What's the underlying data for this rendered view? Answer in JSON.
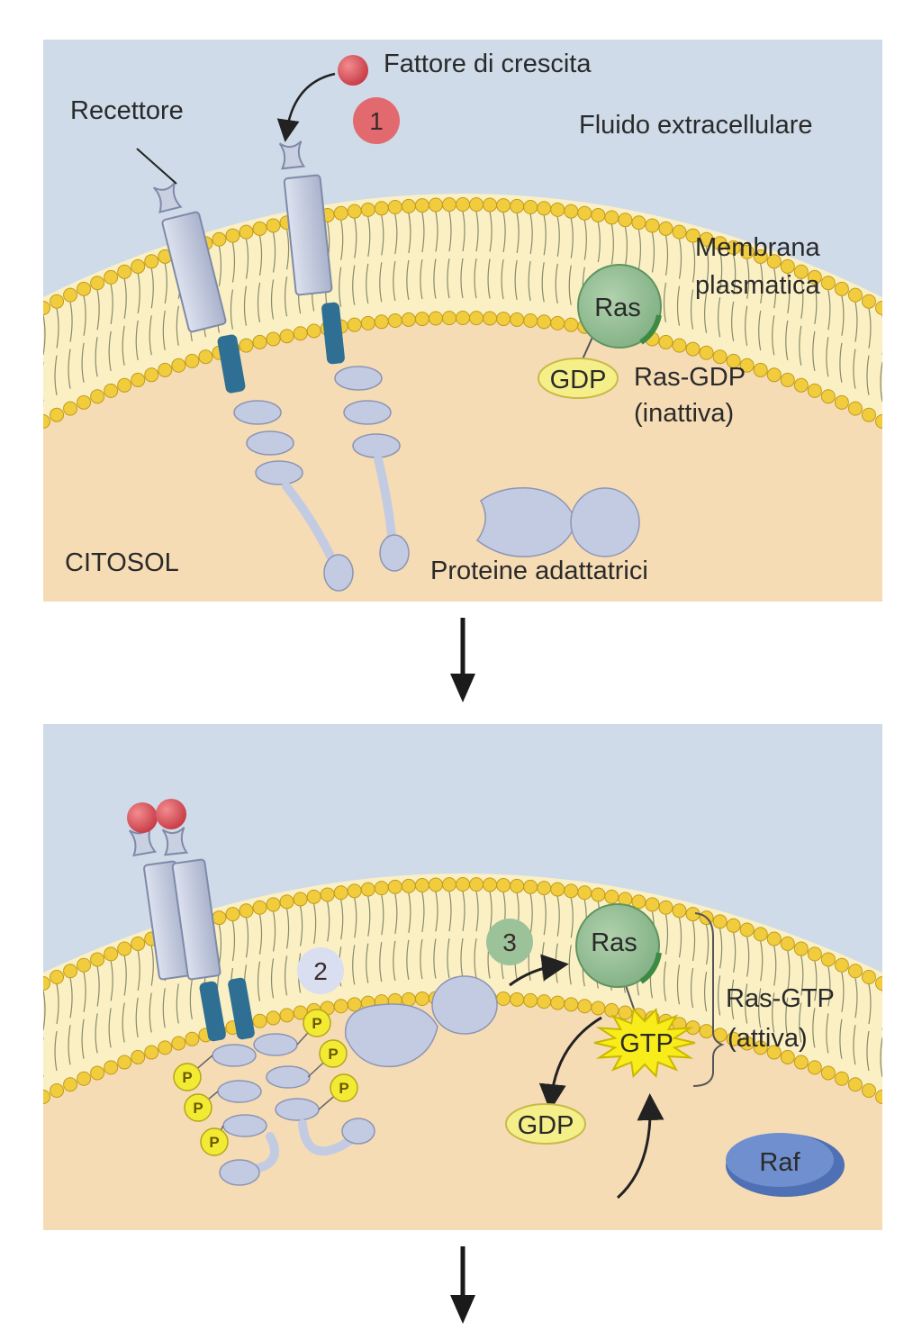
{
  "colors": {
    "extracellular": "#cfdbe8",
    "cytosol": "#f6dcb5",
    "membrane_band": "#faf0c4",
    "lipid_head": "#f1cd3e",
    "receptor": "#c9d0e2",
    "receptor_kinase": "#2f6f94",
    "protein_lilac": "#c3cbe3",
    "growth_factor": "#d94f58",
    "ras": "#95be95",
    "gdp": "#f5ef8a",
    "gtp_star": "#f8ec1a",
    "phosphate": "#f3ea33",
    "raf": "#6f8fcf",
    "step_badge_red": "#e26a6e",
    "step_badge_lilac": "#d9def0",
    "step_badge_green": "#9cc29a"
  },
  "icons": {
    "down_arrow": "down-arrow-icon",
    "curved_arrow": "curved-arrow-icon"
  },
  "panel1": {
    "growth_factor_label": "Fattore di crescita",
    "receptor_label": "Recettore",
    "extracellular_label": "Fluido extracellulare",
    "membrane_label_line1": "Membrana",
    "membrane_label_line2": "plasmatica",
    "ras_label": "Ras",
    "gdp_label": "GDP",
    "ras_gdp_line1": "Ras-GDP",
    "ras_gdp_line2": "(inattiva)",
    "cytosol_label": "CITOSOL",
    "adapter_label": "Proteine adattatrici",
    "step_number": "1"
  },
  "panel2": {
    "step2_number": "2",
    "step3_number": "3",
    "ras_label": "Ras",
    "gtp_label": "GTP",
    "gdp_label": "GDP",
    "ras_gtp_line1": "Ras-GTP",
    "ras_gtp_line2": "(attiva)",
    "raf_label": "Raf",
    "phosphate_label": "P"
  }
}
